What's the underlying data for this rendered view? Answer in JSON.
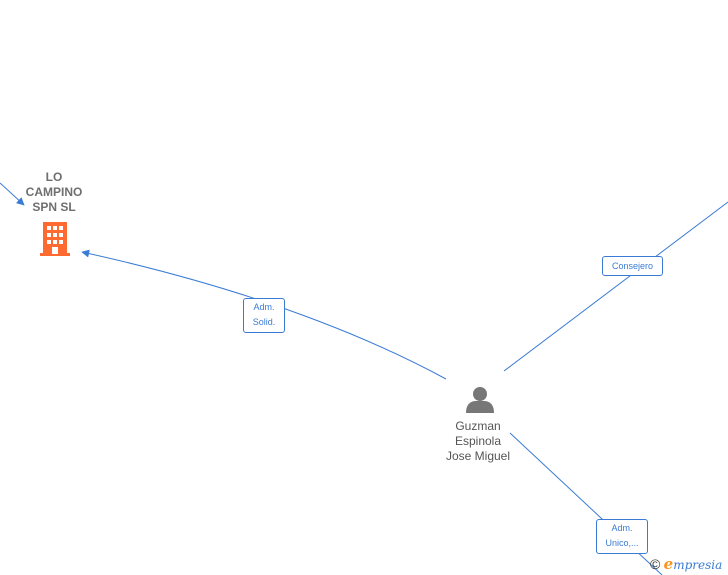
{
  "nodes": {
    "company": {
      "name": "LO CAMPINO SPN  SL",
      "lines": [
        "LO",
        "CAMPINO",
        "SPN  SL"
      ],
      "icon": "building-icon",
      "color": "#ff6a30"
    },
    "person": {
      "name": "Guzman Espinola Jose Miguel",
      "lines": [
        "Guzman",
        "Espinola",
        "Jose Miguel"
      ],
      "icon": "person-icon",
      "color": "#777777"
    }
  },
  "edges": [
    {
      "id": "adm-solid",
      "lines": [
        "Adm.",
        "Solid."
      ]
    },
    {
      "id": "consejero",
      "lines": [
        "Consejero"
      ]
    },
    {
      "id": "adm-unico",
      "lines": [
        "Adm.",
        "Unico,..."
      ]
    }
  ],
  "colors": {
    "edge": "#3a7bd5"
  },
  "footer": {
    "copyright": "©",
    "brand_initial": "e",
    "brand_rest": "mpresia"
  }
}
